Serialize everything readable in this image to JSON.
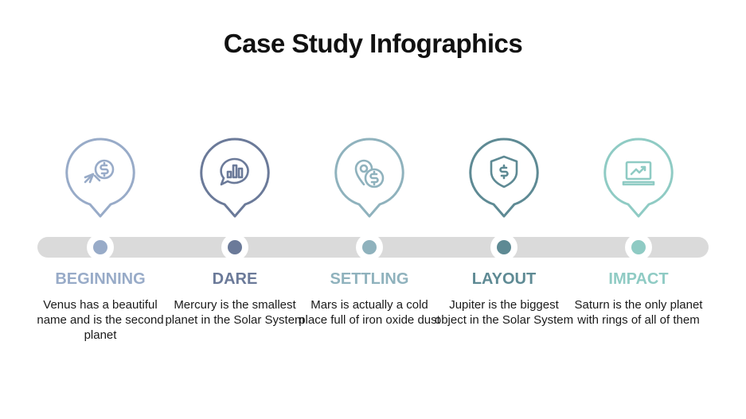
{
  "title": "Case Study Infographics",
  "steps": [
    {
      "title": "BEGINNING",
      "desc": "Venus has a beautiful name and is the second planet",
      "color": "#98abc8",
      "icon": "cursor-dollar-icon"
    },
    {
      "title": "DARE",
      "desc": "Mercury is the smallest planet in the Solar System",
      "color": "#6b7a99",
      "icon": "chat-chart-icon"
    },
    {
      "title": "SETTLING",
      "desc": "Mars is actually a cold place full of iron oxide dust",
      "color": "#8fb2bd",
      "icon": "location-dollar-icon"
    },
    {
      "title": "LAYOUT",
      "desc": "Jupiter is the biggest object in the Solar System",
      "color": "#5e8a94",
      "icon": "shield-dollar-icon"
    },
    {
      "title": "IMPACT",
      "desc": "Saturn is the only planet with rings of all of them",
      "color": "#8fcbc4",
      "icon": "laptop-growth-icon"
    }
  ]
}
